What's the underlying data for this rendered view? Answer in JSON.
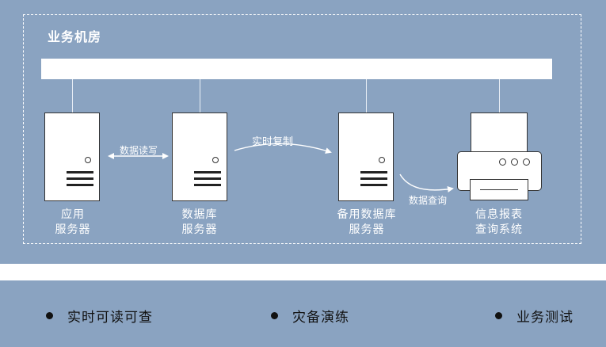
{
  "room": {
    "title": "业务机房"
  },
  "nodes": {
    "app_server": {
      "line1": "应用",
      "line2": "服务器"
    },
    "db_server": {
      "line1": "数据库",
      "line2": "服务器"
    },
    "backup_db_server": {
      "line1": "备用数据库",
      "line2": "服务器"
    },
    "report_system": {
      "line1": "信息报表",
      "line2": "查询系统"
    }
  },
  "edges": {
    "read_write": "数据读写",
    "realtime_copy": "实时复制",
    "data_query": "数据查询"
  },
  "features": [
    "实时可读可查",
    "灾备演练",
    "业务测试"
  ],
  "colors": {
    "panel": "#8aa3c1",
    "foreground": "#ffffff",
    "text_dark": "#111111"
  }
}
